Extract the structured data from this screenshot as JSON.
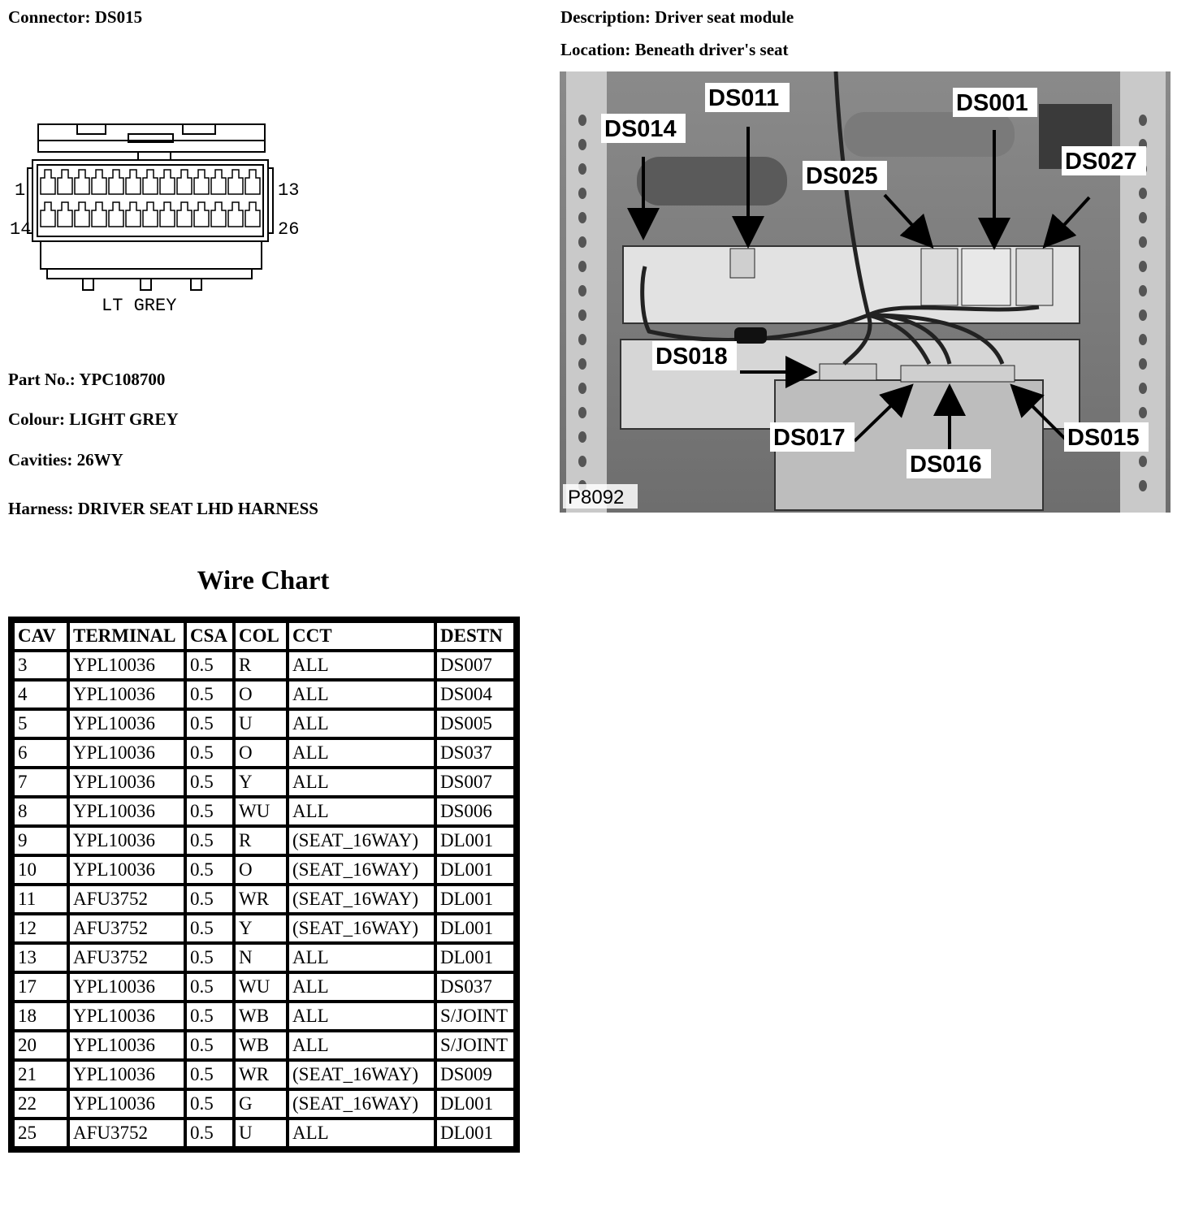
{
  "connector": {
    "label": "Connector: DS015"
  },
  "description": {
    "label": "Description: Driver seat module"
  },
  "location": {
    "label": "Location: Beneath driver's seat"
  },
  "diagram": {
    "pin_top_left": "1",
    "pin_top_right": "13",
    "pin_bottom_left": "14",
    "pin_bottom_right": "26",
    "colour_text": "LT GREY"
  },
  "part_no": "Part No.: YPC108700",
  "colour": "Colour: LIGHT GREY",
  "cavities": "Cavities: 26WY",
  "harness": "Harness: DRIVER SEAT LHD HARNESS",
  "photo": {
    "id": "P8092",
    "callouts": [
      "DS014",
      "DS011",
      "DS001",
      "DS025",
      "DS027",
      "DS018",
      "DS017",
      "DS016",
      "DS015"
    ]
  },
  "wire_chart": {
    "title": "Wire Chart",
    "headers": [
      "CAV",
      "TERMINAL",
      "CSA",
      "COL",
      "CCT",
      "DESTN"
    ],
    "rows": [
      [
        "3",
        "YPL10036",
        "0.5",
        "R",
        "ALL",
        "DS007"
      ],
      [
        "4",
        "YPL10036",
        "0.5",
        "O",
        "ALL",
        "DS004"
      ],
      [
        "5",
        "YPL10036",
        "0.5",
        "U",
        "ALL",
        "DS005"
      ],
      [
        "6",
        "YPL10036",
        "0.5",
        "O",
        "ALL",
        "DS037"
      ],
      [
        "7",
        "YPL10036",
        "0.5",
        "Y",
        "ALL",
        "DS007"
      ],
      [
        "8",
        "YPL10036",
        "0.5",
        "WU",
        "ALL",
        "DS006"
      ],
      [
        "9",
        "YPL10036",
        "0.5",
        "R",
        "(SEAT_16WAY)",
        "DL001"
      ],
      [
        "10",
        "YPL10036",
        "0.5",
        "O",
        "(SEAT_16WAY)",
        "DL001"
      ],
      [
        "11",
        "AFU3752",
        "0.5",
        "WR",
        "(SEAT_16WAY)",
        "DL001"
      ],
      [
        "12",
        "AFU3752",
        "0.5",
        "Y",
        "(SEAT_16WAY)",
        "DL001"
      ],
      [
        "13",
        "AFU3752",
        "0.5",
        "N",
        "ALL",
        "DL001"
      ],
      [
        "17",
        "YPL10036",
        "0.5",
        "WU",
        "ALL",
        "DS037"
      ],
      [
        "18",
        "YPL10036",
        "0.5",
        "WB",
        "ALL",
        "S/JOINT"
      ],
      [
        "20",
        "YPL10036",
        "0.5",
        "WB",
        "ALL",
        "S/JOINT"
      ],
      [
        "21",
        "YPL10036",
        "0.5",
        "WR",
        "(SEAT_16WAY)",
        "DS009"
      ],
      [
        "22",
        "YPL10036",
        "0.5",
        "G",
        "(SEAT_16WAY)",
        "DL001"
      ],
      [
        "25",
        "AFU3752",
        "0.5",
        "U",
        "ALL",
        "DL001"
      ]
    ]
  }
}
